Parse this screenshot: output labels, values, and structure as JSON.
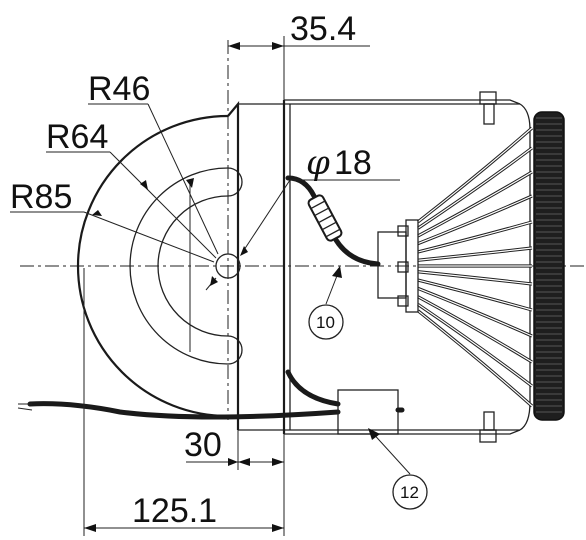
{
  "dimensions": {
    "top_width": "35.4",
    "radius_small": "R46",
    "radius_mid": "R64",
    "radius_large": "R85",
    "diameter_value": "18",
    "diameter_symbol": "φ",
    "offset": "30",
    "overall_width": "125.1"
  },
  "callouts": {
    "cable_part": "10",
    "box_part": "12"
  }
}
